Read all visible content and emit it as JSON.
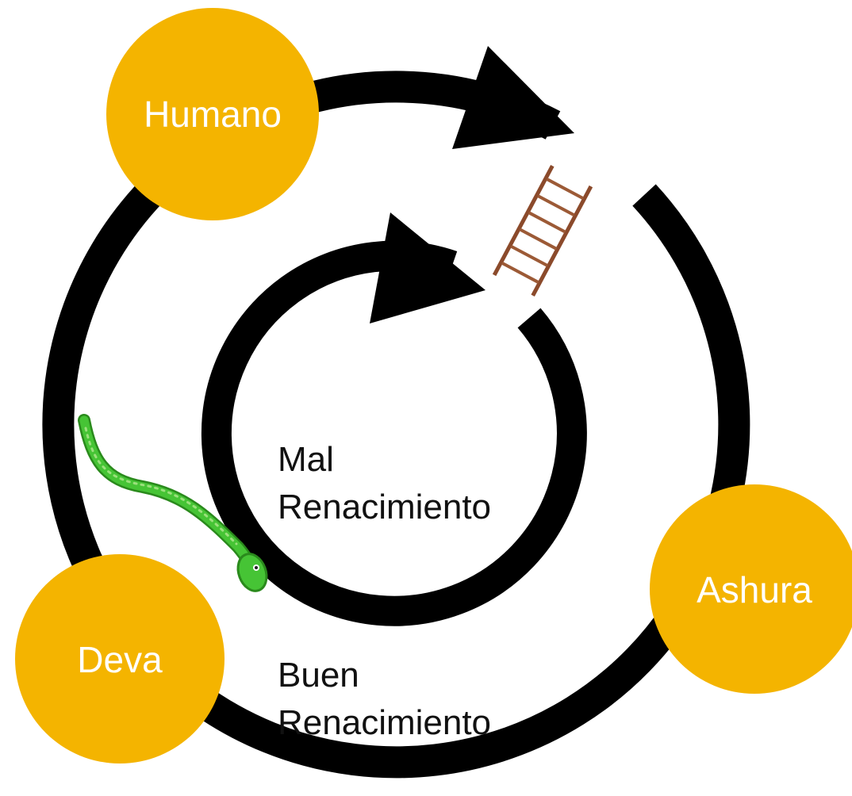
{
  "colors": {
    "node_fill": "#F4B400",
    "ring": "#000000",
    "node_text": "#ffffff",
    "label_text": "#111111",
    "ladder": "#8B4A2B",
    "snake_body": "#3fbf2f",
    "snake_dark": "#2a8a1c"
  },
  "nodes": {
    "humano": "Humano",
    "ashura": "Ashura",
    "deva": "Deva"
  },
  "labels": {
    "inner_line1": "Mal",
    "inner_line2": "Renacimiento",
    "outer_line1": "Buen",
    "outer_line2": "Renacimiento"
  },
  "icons": {
    "ladder": "ladder-icon",
    "snake": "snake-icon"
  }
}
